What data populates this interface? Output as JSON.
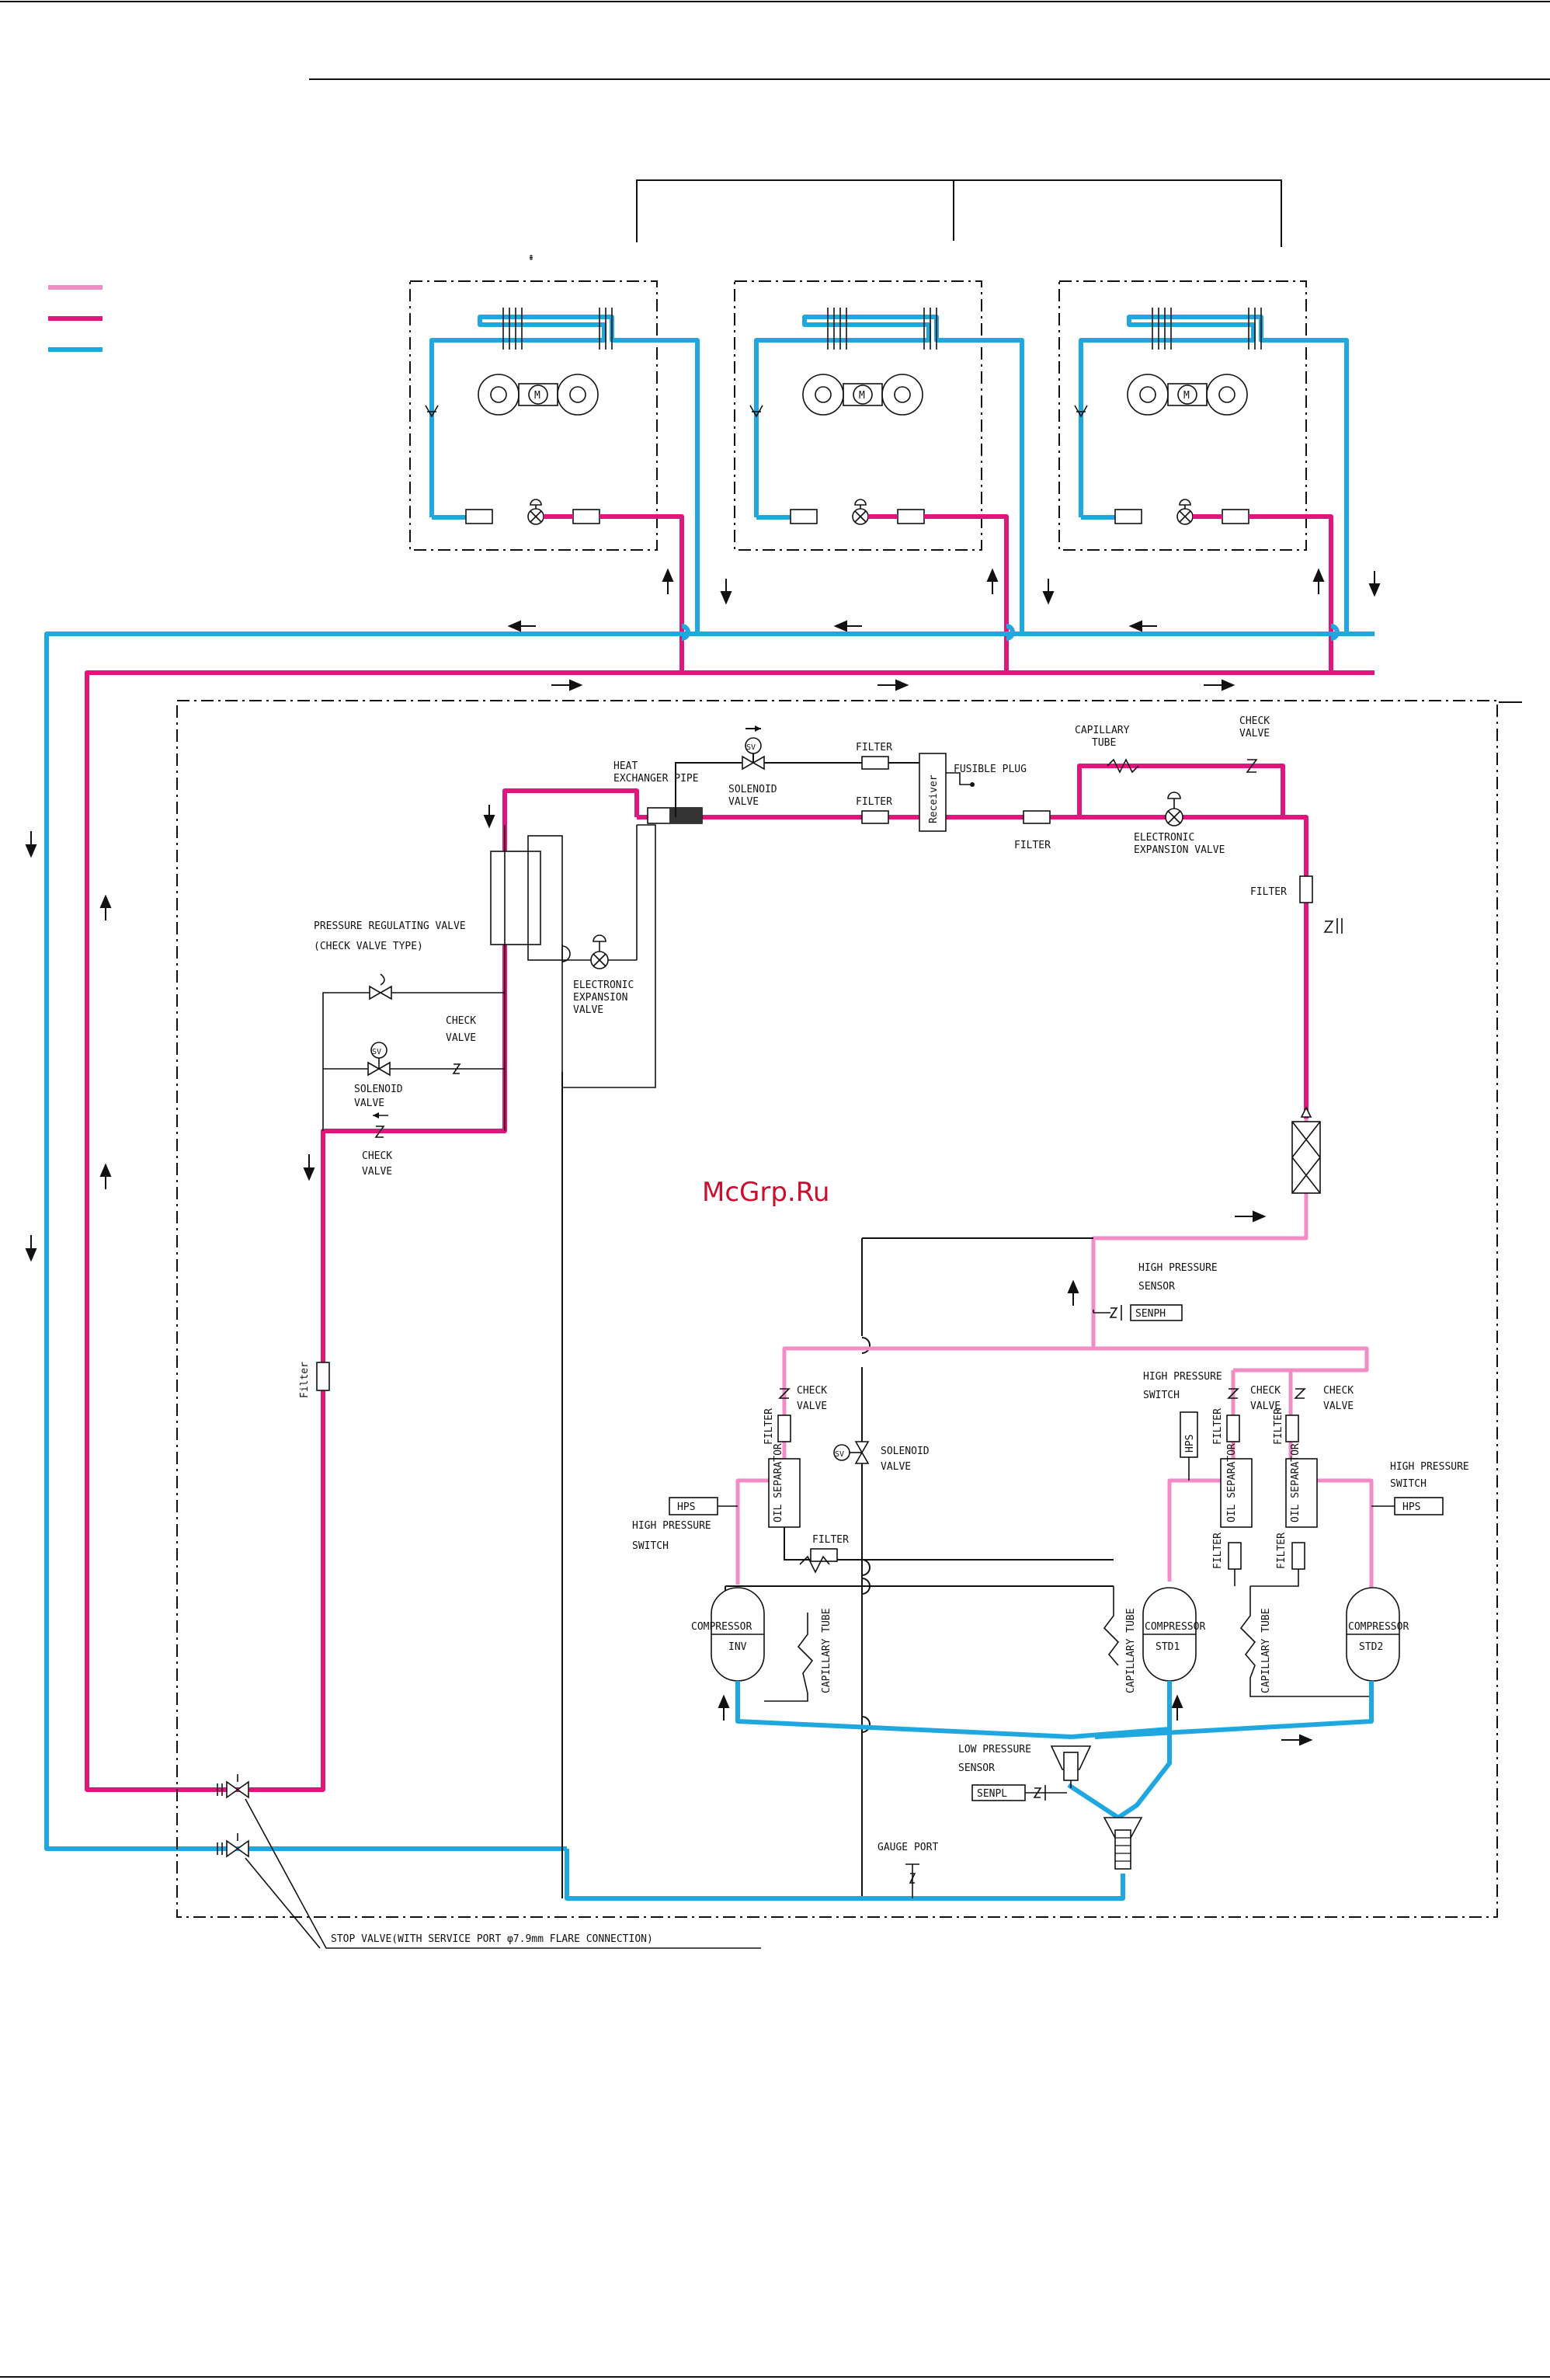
{
  "watermark": "McGrp.Ru",
  "colors": {
    "suction": "#1fa7e0",
    "liquid": "#e0157e",
    "discharge": "#f08dc6"
  },
  "labels": {
    "heat_exchanger_pipe": [
      "HEAT",
      "EXCHANGER PIPE"
    ],
    "solenoid_valve_top": [
      "SOLENOID",
      "VALVE"
    ],
    "filter": "FILTER",
    "fusible_plug": "FUSIBLE PLUG",
    "receiver": "Receiver",
    "capillary_tube_top": [
      "CAPILLARY",
      "TUBE"
    ],
    "check_valve_top": [
      "CHECK",
      "VALVE"
    ],
    "electronic_expansion_valve_top": [
      "ELECTRONIC",
      "EXPANSION VALVE"
    ],
    "pressure_regulating_valve": [
      "PRESSURE REGULATING VALVE",
      "(CHECK VALVE TYPE)"
    ],
    "electronic_expansion_valve_left": [
      "ELECTRONIC",
      "EXPANSION",
      "VALVE"
    ],
    "check_valve": [
      "CHECK",
      "VALVE"
    ],
    "solenoid_valve": [
      "SOLENOID",
      "VALVE"
    ],
    "sv": "SV",
    "filter_vertical": "Filter",
    "high_pressure_sensor": [
      "HIGH PRESSURE",
      "SENSOR"
    ],
    "senph": "SENPH",
    "high_pressure_switch": [
      "HIGH PRESSURE",
      "SWITCH"
    ],
    "hps": "HPS",
    "oil_separator": "OIL SEPARATOR",
    "capillary_tube": "CAPILLARY TUBE",
    "compressor": "COMPRESSOR",
    "inv": "INV",
    "std1": "STD1",
    "std2": "STD2",
    "low_pressure_sensor": [
      "LOW PRESSURE",
      "SENSOR"
    ],
    "senpl": "SENPL",
    "gauge_port": "GAUGE PORT",
    "stop_valve": "STOP VALVE(WITH SERVICE PORT φ7.9mm FLARE CONNECTION)",
    "motor": "M"
  }
}
